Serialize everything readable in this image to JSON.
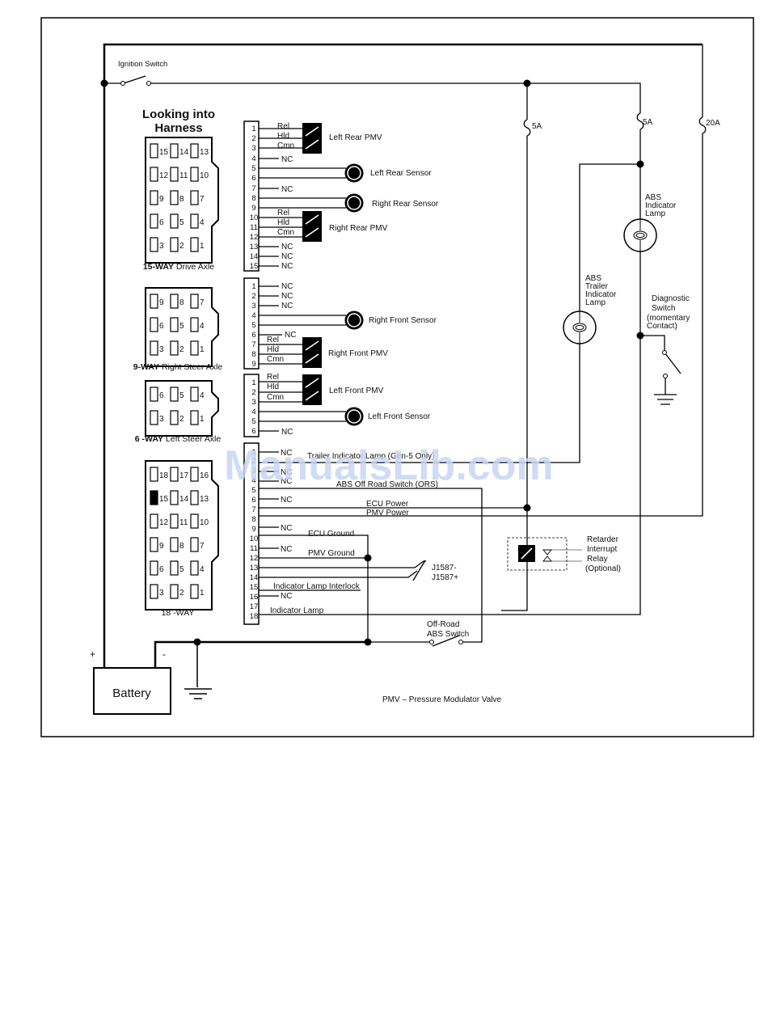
{
  "watermark": "ManualsLib.com",
  "heading": {
    "line1": "Looking into",
    "line2": "Harness"
  },
  "ignition_switch": "Ignition Switch",
  "fuses": [
    "5A",
    "5A",
    "20A"
  ],
  "battery": {
    "label": "Battery",
    "plus": "+",
    "minus": "-"
  },
  "footnote": "PMV – Pressure Modulator Valve",
  "connectors": [
    {
      "bold": "15-WAY",
      "rest": " Drive Axle",
      "rows": [
        [
          "15",
          "14",
          "13"
        ],
        [
          "12",
          "11",
          "10"
        ],
        [
          "9",
          "8",
          "7"
        ],
        [
          "6",
          "5",
          "4"
        ],
        [
          "3",
          "2",
          "1"
        ]
      ]
    },
    {
      "bold": "9-WAY",
      "rest": " Right Steer Axle",
      "rows": [
        [
          "9",
          "8",
          "7"
        ],
        [
          "6",
          "5",
          "4"
        ],
        [
          "3",
          "2",
          "1"
        ]
      ]
    },
    {
      "bold": "6 -WAY",
      "rest": " Left Steer Axle",
      "rows": [
        [
          "6",
          "5",
          "4"
        ],
        [
          "3",
          "2",
          "1"
        ]
      ]
    },
    {
      "bold": "",
      "rest": "18 -WAY",
      "rows": [
        [
          "18",
          "17",
          "16"
        ],
        [
          "15",
          "14",
          "13"
        ],
        [
          "12",
          "11",
          "10"
        ],
        [
          "9",
          "8",
          "7"
        ],
        [
          "6",
          "5",
          "4"
        ],
        [
          "3",
          "2",
          "1"
        ]
      ]
    }
  ],
  "block15_pins": [
    "1",
    "2",
    "3",
    "4",
    "5",
    "6",
    "7",
    "8",
    "9",
    "10",
    "11",
    "12",
    "13",
    "14",
    "15"
  ],
  "block9_pins": [
    "1",
    "2",
    "3",
    "4",
    "5",
    "6",
    "7",
    "8",
    "9"
  ],
  "block6_pins": [
    "1",
    "2",
    "3",
    "4",
    "5",
    "6"
  ],
  "block18_pins": [
    "1",
    "2",
    "3",
    "4",
    "5",
    "6",
    "7",
    "8",
    "9",
    "10",
    "11",
    "12",
    "13",
    "14",
    "15",
    "16",
    "17",
    "18"
  ],
  "nc": "NC",
  "pmv_wires": [
    "Rel",
    "Hld",
    "Cmn"
  ],
  "components": {
    "left_rear_pmv": "Left Rear PMV",
    "left_rear_sensor": "Left Rear Sensor",
    "right_rear_sensor": "Right Rear Sensor",
    "right_rear_pmv": "Right Rear PMV",
    "right_front_sensor": "Right Front Sensor",
    "right_front_pmv": "Right Front PMV",
    "left_front_pmv": "Left Front PMV",
    "left_front_sensor": "Left Front Sensor"
  },
  "signals": {
    "trailer_indicator": "Trailer Indicator Lamp (Gen-5 Only)",
    "abs_off_road": "ABS Off Road Switch (ORS)",
    "ecu_power": "ECU Power",
    "pmv_power": "PMV Power",
    "ecu_ground": "ECU Ground",
    "pmv_ground": "PMV Ground",
    "j1587_minus": "J1587-",
    "j1587_plus": "J1587+",
    "indicator_interlock": "Indicator Lamp Interlock",
    "indicator_lamp": "Indicator Lamp"
  },
  "abs_indicator_lamp": [
    "ABS",
    "Indicator",
    "Lamp"
  ],
  "abs_trailer_lamp": [
    "ABS",
    "Trailer",
    "Indicator",
    "Lamp"
  ],
  "diagnostic_switch": [
    "Diagnostic",
    "Switch",
    "(momentary",
    "Contact)"
  ],
  "retarder_relay": [
    "Retarder",
    "Interrupt",
    "Relay",
    "(Optional)"
  ],
  "off_road_switch": [
    "Off-Road",
    "ABS Switch"
  ]
}
